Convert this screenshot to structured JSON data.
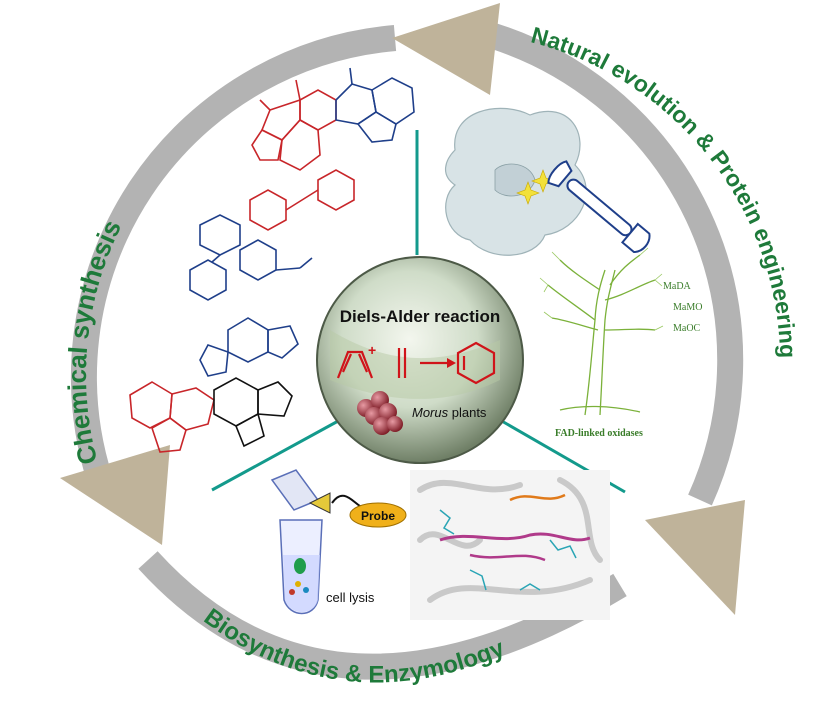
{
  "ring": {
    "labels": {
      "chemical": "Chemical synthesis",
      "natural": "Natural evolution & Protein engineering",
      "biosynthesis": "Biosynthesis & Enzymology"
    },
    "colors": {
      "ring": "#b3b3b3",
      "arrow": "#bfb39a",
      "label": "#1e7a3a",
      "divider": "#139a8c"
    }
  },
  "center": {
    "title": "Diels-Alder reaction",
    "caption_italic": "Morus",
    "caption_rest": " plants"
  },
  "tree": {
    "labels": [
      "MaDA",
      "MaMO",
      "MaOC"
    ],
    "caption": "FAD-linked oxidases"
  },
  "probe": {
    "label": "Probe",
    "caption": "cell lysis"
  },
  "icons": [
    "wrench-icon",
    "sparkle-icon",
    "probe-arrow-icon",
    "tube-icon"
  ]
}
